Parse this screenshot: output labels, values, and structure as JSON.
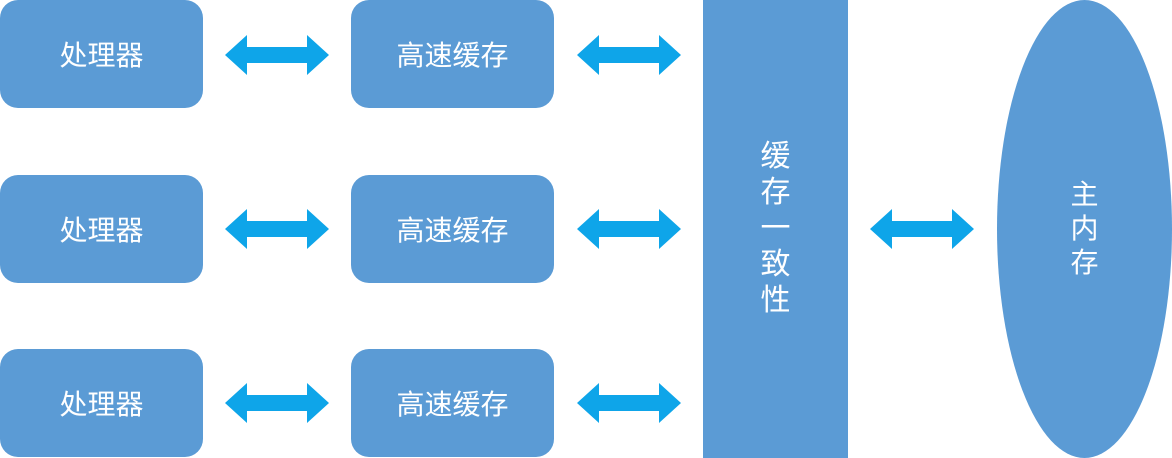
{
  "diagram": {
    "processors": [
      {
        "label": "处理器"
      },
      {
        "label": "处理器"
      },
      {
        "label": "处理器"
      }
    ],
    "caches": [
      {
        "label": "高速缓存"
      },
      {
        "label": "高速缓存"
      },
      {
        "label": "高速缓存"
      }
    ],
    "coherence": {
      "label": "缓存一致性"
    },
    "memory": {
      "label": "主内存"
    },
    "colors": {
      "box_fill": "#5b9bd5",
      "arrow_fill": "#0ea5e9",
      "text": "#ffffff"
    }
  }
}
